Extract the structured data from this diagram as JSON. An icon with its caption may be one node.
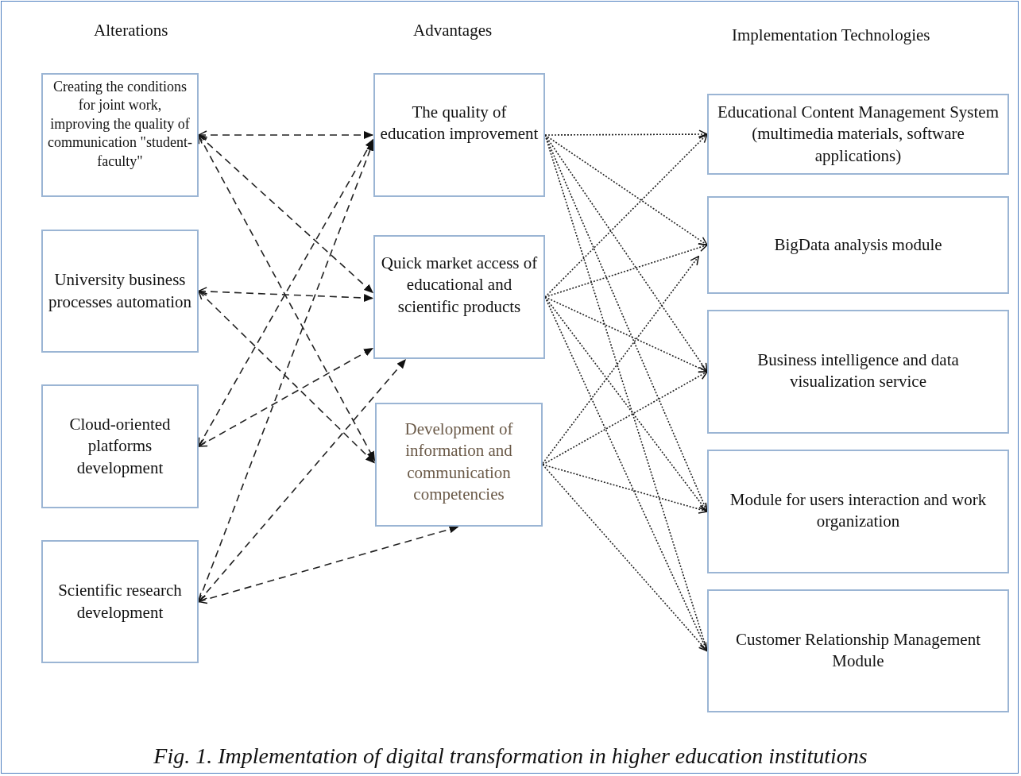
{
  "diagram": {
    "caption": "Fig. 1. Implementation of digital transformation in higher education institutions",
    "nodes": [
      {
        "text": [
          "Creating the conditions for joint work, improving the quality of communication \"student-faculty\""
        ]
      },
      {
        "text": [
          "University business processes automation"
        ]
      },
      {
        "text": [
          "Cloud-oriented platforms development"
        ]
      },
      {
        "text": [
          "Scientific research development"
        ]
      },
      {
        "text": [
          "The quality of education improvement"
        ]
      },
      {
        "text": [
          "Quick market access of educational and scientific products"
        ]
      },
      {
        "text": [
          "Development of information and communication competencies"
        ]
      },
      {
        "text": [
          "Educational Content Management System (multimedia materials, software applications)"
        ]
      },
      {
        "text": [
          "BigData analysis module"
        ]
      },
      {
        "text": [
          "Business intelligence and data visualization service"
        ]
      },
      {
        "text": [
          "Module for users interaction and work organization"
        ]
      },
      {
        "text": [
          "Customer Relationship Management Module"
        ]
      }
    ],
    "edges": [
      {
        "from": 0,
        "to": 4,
        "arrow": "both",
        "style": "dashed"
      },
      {
        "from": 0,
        "to": 5,
        "arrow": "both",
        "style": "dashed"
      },
      {
        "from": 0,
        "to": 6,
        "arrow": "both",
        "style": "dashed"
      },
      {
        "from": 1,
        "to": 5,
        "arrow": "both",
        "style": "dashed"
      },
      {
        "from": 1,
        "to": 6,
        "arrow": "both",
        "style": "dashed"
      },
      {
        "from": 2,
        "to": 4,
        "arrow": "both",
        "style": "dashed"
      },
      {
        "from": 2,
        "to": 5,
        "arrow": "both",
        "style": "dashed"
      },
      {
        "from": 3,
        "to": 4,
        "arrow": "both",
        "style": "dashed"
      },
      {
        "from": 3,
        "to": 5,
        "arrow": "both",
        "style": "dashed"
      },
      {
        "from": 3,
        "to": 6,
        "arrow": "both",
        "style": "dashed"
      },
      {
        "from": 4,
        "to": 7,
        "arrow": "to"
      },
      {
        "from": 4,
        "to": 8,
        "arrow": "to"
      },
      {
        "from": 4,
        "to": 9,
        "arrow": "to"
      },
      {
        "from": 4,
        "to": 10,
        "arrow": "to"
      },
      {
        "from": 4,
        "to": 11,
        "arrow": "to"
      },
      {
        "from": 5,
        "to": 7,
        "arrow": "to"
      },
      {
        "from": 5,
        "to": 8,
        "arrow": "to"
      },
      {
        "from": 5,
        "to": 9,
        "arrow": "to"
      },
      {
        "from": 5,
        "to": 10,
        "arrow": "to"
      },
      {
        "from": 5,
        "to": 11,
        "arrow": "to"
      },
      {
        "from": 6,
        "to": 8,
        "arrow": "to"
      },
      {
        "from": 6,
        "to": 9,
        "arrow": "to"
      },
      {
        "from": 6,
        "to": 10,
        "arrow": "to"
      },
      {
        "from": 6,
        "to": 11,
        "arrow": "to"
      }
    ],
    "labels": [
      "Alterations",
      "Advantages",
      "Implementation Technologies"
    ]
  }
}
